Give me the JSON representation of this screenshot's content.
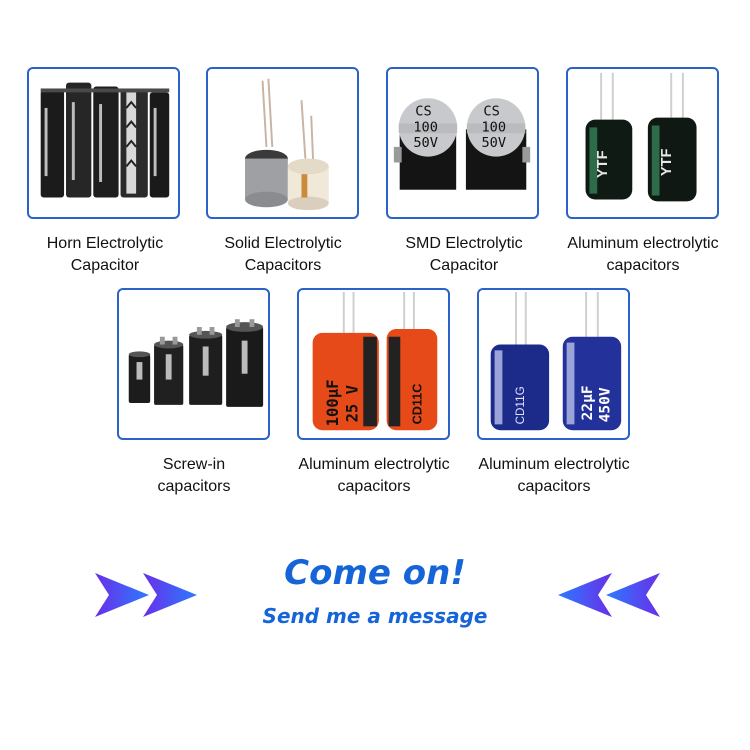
{
  "products": [
    {
      "line1": "Horn Electrolytic",
      "line2": "Capacitor"
    },
    {
      "line1": "Solid Electrolytic",
      "line2": "Capacitors"
    },
    {
      "line1": "SMD Electrolytic",
      "line2": "Capacitor"
    },
    {
      "line1": "Aluminum electrolytic",
      "line2": "capacitors"
    },
    {
      "line1": "Screw-in",
      "line2": "capacitors"
    },
    {
      "line1": "Aluminum electrolytic",
      "line2": "capacitors"
    },
    {
      "line1": "Aluminum electrolytic",
      "line2": "capacitors"
    }
  ],
  "smd_label": {
    "brand": "CS",
    "value": "100",
    "voltage": "50V"
  },
  "ytf_label": {
    "brand": "YTF"
  },
  "orange_label": {
    "value": "100µF",
    "voltage": "25 V",
    "series": "CD11C"
  },
  "blue_label": {
    "value": "22µF",
    "voltage": "450V",
    "series": "CD11G"
  },
  "cta": {
    "title": "Come on!",
    "subtitle": "Send me a message"
  },
  "colors": {
    "accent": "#1565d8",
    "border": "#2a62c9",
    "arrow": "#3355ee"
  }
}
